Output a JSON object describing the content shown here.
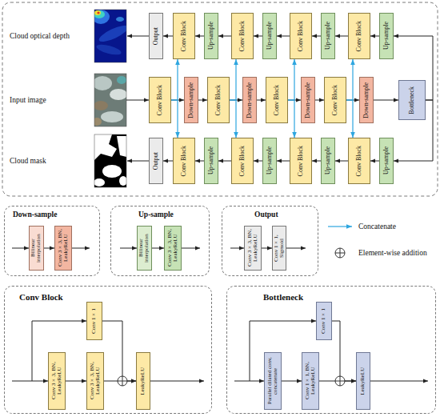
{
  "diagram": {
    "nodes": [
      {
        "text": [
          "Output"
        ]
      },
      {
        "text": [
          "Conv Block"
        ]
      },
      {
        "text": [
          "Up-sample"
        ]
      },
      {
        "text": [
          "Conv Block"
        ]
      },
      {
        "text": [
          "Up-sample"
        ]
      },
      {
        "text": [
          "Conv Block"
        ]
      },
      {
        "text": [
          "Up-sample"
        ]
      },
      {
        "text": [
          "Conv Block"
        ]
      },
      {
        "text": [
          "Up-sample"
        ]
      },
      {
        "text": [
          "Conv Block"
        ]
      },
      {
        "text": [
          "Down-sample"
        ]
      },
      {
        "text": [
          "Conv Block"
        ]
      },
      {
        "text": [
          "Down-sample"
        ]
      },
      {
        "text": [
          "Conv Block"
        ]
      },
      {
        "text": [
          "Down-sample"
        ]
      },
      {
        "text": [
          "Conv Block"
        ]
      },
      {
        "text": [
          "Down-sample"
        ]
      },
      {
        "text": [
          "Bottleneck"
        ]
      },
      {
        "text": [
          "Output"
        ]
      },
      {
        "text": [
          "Conv Block"
        ]
      },
      {
        "text": [
          "Up-sample"
        ]
      },
      {
        "text": [
          "Conv Block"
        ]
      },
      {
        "text": [
          "Up-sample"
        ]
      },
      {
        "text": [
          "Conv Block"
        ]
      },
      {
        "text": [
          "Up-sample"
        ]
      },
      {
        "text": [
          "Conv Block"
        ]
      },
      {
        "text": [
          "Up-sample"
        ]
      },
      {
        "text": [
          "Down-sample"
        ]
      },
      {
        "text": [
          "Bilinear interpolation"
        ],
        "in": 27
      },
      {
        "text": [
          "Conv 3×3, BN, LeakyReLU"
        ],
        "in": 27
      },
      {
        "text": [
          "Up-sample"
        ]
      },
      {
        "text": [
          "Bilinear interpolation"
        ],
        "in": 30
      },
      {
        "text": [
          "Conv 3×3, BN, LeakyReLU"
        ],
        "in": 30
      },
      {
        "text": [
          "Output"
        ]
      },
      {
        "text": [
          "Conv 3×3, BN, LeakyReLU"
        ],
        "in": 33
      },
      {
        "text": [
          "Conv 1×1, Sigmoid"
        ],
        "in": 33
      },
      {
        "text": [
          "Conv Block"
        ]
      },
      {
        "text": [
          "Conv 1×1"
        ],
        "in": 36
      },
      {
        "text": [
          "Conv 3×3, BN, LeakyReLU"
        ],
        "in": 36
      },
      {
        "text": [
          "Conv 3×3, BN, LeakyReLU"
        ],
        "in": 36
      },
      {
        "text": [
          "LeakyReLU"
        ],
        "in": 36
      },
      {
        "text": [
          "Bottleneck"
        ]
      },
      {
        "text": [
          "Conv 1×1"
        ],
        "in": 41
      },
      {
        "text": [
          "Parallel dilated conv, concatenate"
        ],
        "in": 41
      },
      {
        "text": [
          "Conv 1×1, BN, LeakyReLU"
        ],
        "in": 41
      },
      {
        "text": [
          "LeakyReLU"
        ],
        "in": 41
      }
    ],
    "edges": [
      {
        "from": 8,
        "to": 7,
        "arrow": "to"
      },
      {
        "from": 7,
        "to": 6,
        "arrow": "to"
      },
      {
        "from": 6,
        "to": 5,
        "arrow": "to"
      },
      {
        "from": 5,
        "to": 4,
        "arrow": "to"
      },
      {
        "from": 4,
        "to": 3,
        "arrow": "to"
      },
      {
        "from": 3,
        "to": 2,
        "arrow": "to"
      },
      {
        "from": 2,
        "to": 1,
        "arrow": "to"
      },
      {
        "from": 1,
        "to": 0,
        "arrow": "to"
      },
      {
        "from": 9,
        "to": 10,
        "arrow": "to"
      },
      {
        "from": 10,
        "to": 11,
        "arrow": "to"
      },
      {
        "from": 11,
        "to": 12,
        "arrow": "to"
      },
      {
        "from": 12,
        "to": 13,
        "arrow": "to"
      },
      {
        "from": 13,
        "to": 14,
        "arrow": "to"
      },
      {
        "from": 14,
        "to": 15,
        "arrow": "to"
      },
      {
        "from": 15,
        "to": 16,
        "arrow": "to"
      },
      {
        "from": 16,
        "to": 17,
        "arrow": "to"
      },
      {
        "from": 26,
        "to": 25,
        "arrow": "to"
      },
      {
        "from": 25,
        "to": 24,
        "arrow": "to"
      },
      {
        "from": 24,
        "to": 23,
        "arrow": "to"
      },
      {
        "from": 23,
        "to": 22,
        "arrow": "to"
      },
      {
        "from": 22,
        "to": 21,
        "arrow": "to"
      },
      {
        "from": 21,
        "to": 20,
        "arrow": "to"
      },
      {
        "from": 20,
        "to": 19,
        "arrow": "to"
      },
      {
        "from": 19,
        "to": 18,
        "arrow": "to"
      },
      {
        "from": 17,
        "to": 8,
        "arrow": "to"
      },
      {
        "from": 17,
        "to": 26,
        "arrow": "to"
      },
      {
        "from": 9,
        "to": 1,
        "arrow": "to"
      },
      {
        "from": 9,
        "to": 19,
        "arrow": "to"
      },
      {
        "from": 11,
        "to": 3,
        "arrow": "to"
      },
      {
        "from": 11,
        "to": 21,
        "arrow": "to"
      },
      {
        "from": 13,
        "to": 5,
        "arrow": "to"
      },
      {
        "from": 13,
        "to": 23,
        "arrow": "to"
      },
      {
        "from": 15,
        "to": 7,
        "arrow": "to"
      },
      {
        "from": 15,
        "to": 25,
        "arrow": "to"
      },
      {
        "from": 28,
        "to": 29,
        "arrow": "to"
      },
      {
        "from": 31,
        "to": 32,
        "arrow": "to"
      },
      {
        "from": 34,
        "to": 35,
        "arrow": "to"
      },
      {
        "from": 38,
        "to": 39,
        "arrow": "to"
      },
      {
        "from": 39,
        "to": 40,
        "arrow": "to"
      },
      {
        "from": 37,
        "to": 40,
        "arrow": "to"
      },
      {
        "from": 43,
        "to": 44,
        "arrow": "to"
      },
      {
        "from": 44,
        "to": 45,
        "arrow": "to"
      },
      {
        "from": 42,
        "to": 45,
        "arrow": "to"
      }
    ],
    "labels": [
      "Cloud optical depth",
      "Input image",
      "Cloud mask"
    ],
    "legend": [
      {
        "text": "Concatenate"
      },
      {
        "text": "Element-wise addition"
      }
    ]
  }
}
